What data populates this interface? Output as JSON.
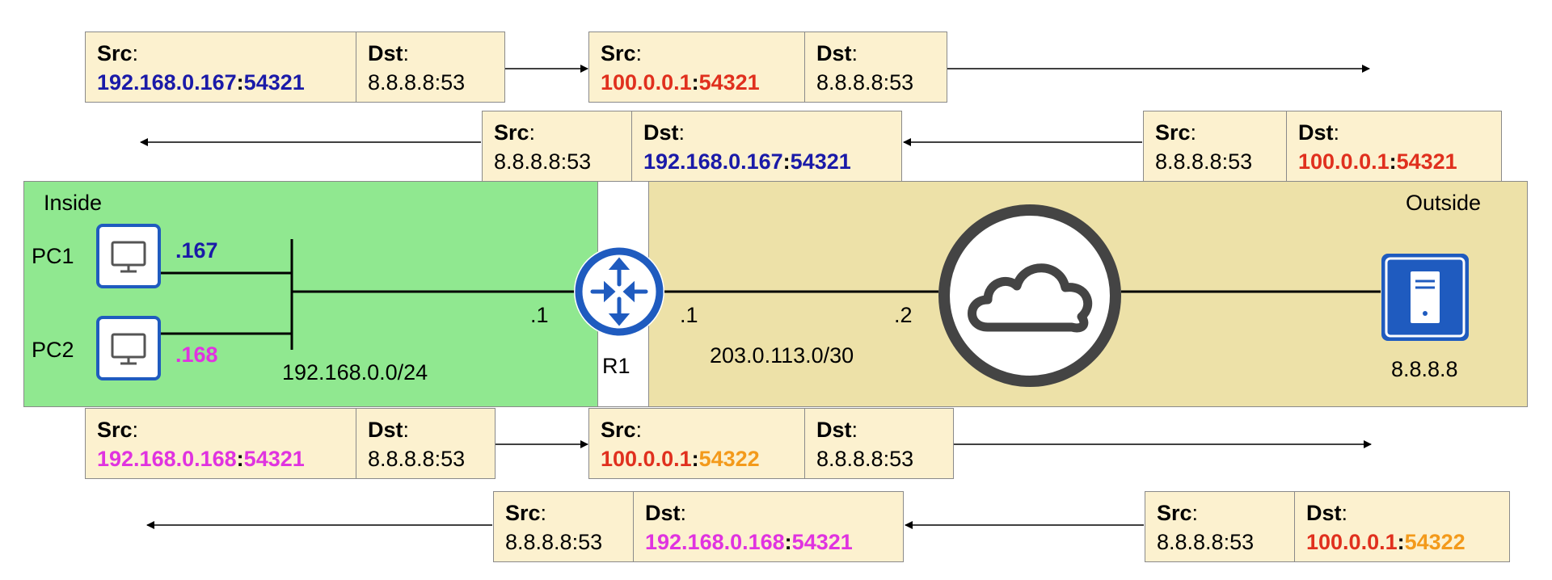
{
  "zones": {
    "inside_label": "Inside",
    "outside_label": "Outside"
  },
  "hosts": {
    "pc1": {
      "label": "PC1",
      "host_octet": ".167"
    },
    "pc2": {
      "label": "PC2",
      "host_octet": ".168"
    },
    "server": {
      "label": "8.8.8.8"
    },
    "router": {
      "label": "R1",
      "inside_if": ".1",
      "outside_if": ".1"
    },
    "isp_if": ".2"
  },
  "networks": {
    "lan": "192.168.0.0/24",
    "wan": "203.0.113.0/30"
  },
  "headers": {
    "src": "Src",
    "dst": "Dst",
    "colon": ":"
  },
  "colors": {
    "pc1_blue": "#1a1aa8",
    "pc2_magenta": "#e033e0",
    "nat_red": "#e0301e",
    "port_orange": "#f39a1b",
    "inside_green": "#90e890",
    "outside_tan": "#ede1a8",
    "packet_bg": "#fcf1cf",
    "icon_blue": "#1f5bbf"
  },
  "packets": {
    "p1_src_ip": "192.168.0.167",
    "p1_src_port": "54321",
    "p1_dst": "8.8.8.8:53",
    "p2_src_ip": "100.0.0.1",
    "p2_src_port": "54321",
    "p2_dst": "8.8.8.8:53",
    "p3_src": "8.8.8.8:53",
    "p3_dst_ip": "100.0.0.1",
    "p3_dst_port": "54321",
    "p4_src": "8.8.8.8:53",
    "p4_dst_ip": "192.168.0.167",
    "p4_dst_port": "54321",
    "p5_src_ip": "192.168.0.168",
    "p5_src_port": "54321",
    "p5_dst": "8.8.8.8:53",
    "p6_src_ip": "100.0.0.1",
    "p6_src_port": "54322",
    "p6_dst": "8.8.8.8:53",
    "p7_src": "8.8.8.8:53",
    "p7_dst_ip": "100.0.0.1",
    "p7_dst_port": "54322",
    "p8_src": "8.8.8.8:53",
    "p8_dst_ip": "192.168.0.168",
    "p8_dst_port": "54321"
  }
}
